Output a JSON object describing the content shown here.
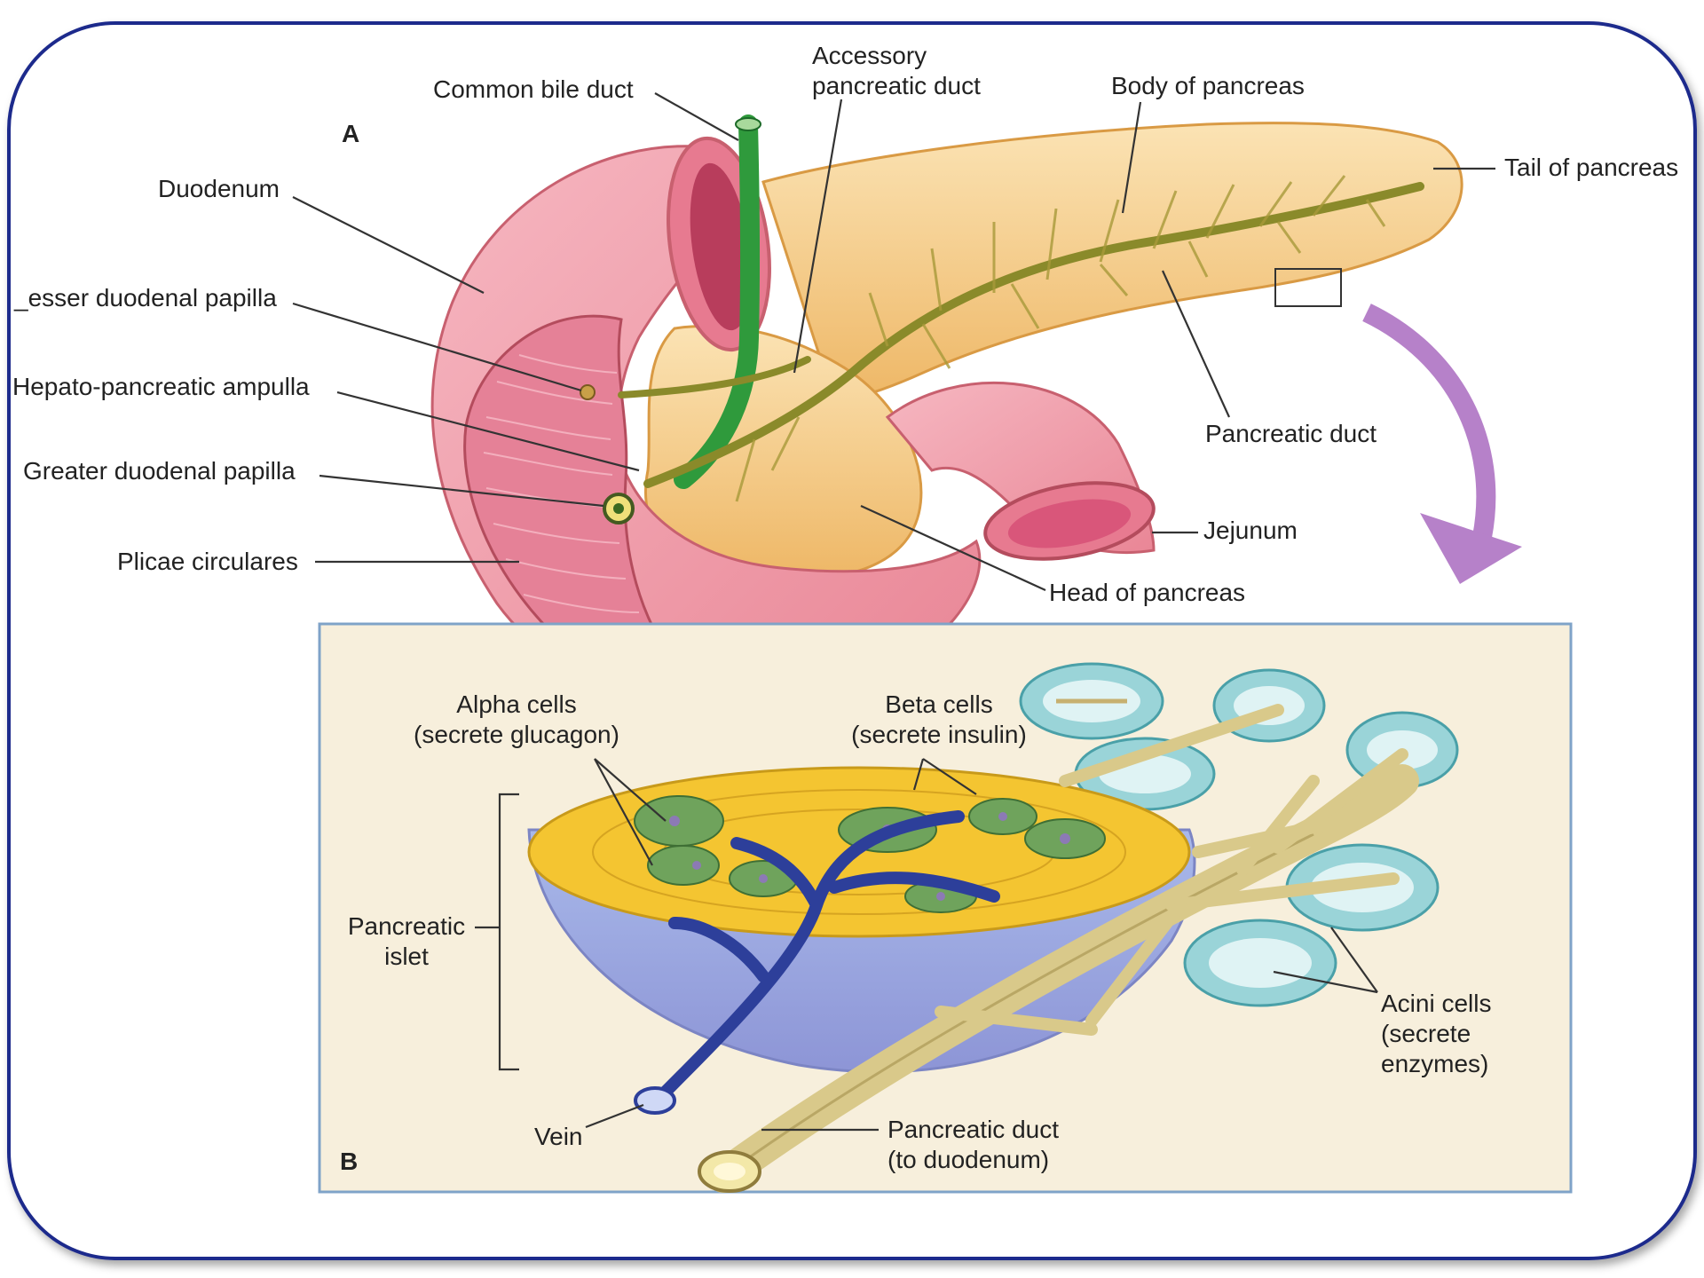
{
  "panels": {
    "a": "A",
    "b": "B"
  },
  "labels": {
    "common_bile_duct": "Common bile duct",
    "accessory_duct_1": "Accessory",
    "accessory_duct_2": "pancreatic duct",
    "body_of_pancreas": "Body of pancreas",
    "tail_of_pancreas": "Tail of pancreas",
    "duodenum": "Duodenum",
    "lesser_papilla": "_esser duodenal papilla",
    "hepato_ampulla": "Hepato-pancreatic ampulla",
    "greater_papilla": "Greater duodenal papilla",
    "plicae": "Plicae circulares",
    "pancreatic_duct": "Pancreatic duct",
    "jejunum": "Jejunum",
    "head_of_pancreas": "Head of pancreas",
    "alpha_1": "Alpha cells",
    "alpha_2": "(secrete glucagon)",
    "beta_1": "Beta cells",
    "beta_2": "(secrete insulin)",
    "islet_1": "Pancreatic",
    "islet_2": "islet",
    "acini_1": "Acini cells",
    "acini_2": "(secrete",
    "acini_3": "enzymes)",
    "vein": "Vein",
    "duct_b_1": "Pancreatic duct",
    "duct_b_2": "(to duodenum)"
  },
  "colors": {
    "frame": "#1f2a8c",
    "duodenum": "#ef9aa8",
    "pancreas": "#f6cf8c",
    "bile_duct": "#2f9a3c",
    "panduct": "#8a8a2a",
    "inset_bg": "#f7efdc",
    "arrow": "#b681c9",
    "beta": "#f4c531",
    "alpha": "#6fa35c",
    "vein": "#2d3f9a",
    "acini": "#7cc7cc"
  }
}
